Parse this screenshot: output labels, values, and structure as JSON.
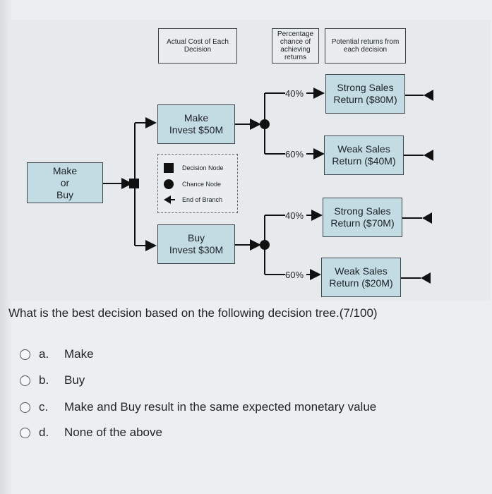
{
  "diagram": {
    "headers": {
      "cost": "Actual Cost of Each Decision",
      "chance": "Percentage chance of achieving returns",
      "returns": "Potential returns from each decision"
    },
    "root": [
      "Make",
      "or",
      "Buy"
    ],
    "make": [
      "Make",
      "Invest $50M"
    ],
    "buy": [
      "Buy",
      "Invest $30M"
    ],
    "outcomes": [
      {
        "lines": [
          "Strong Sales",
          "Return ($80M)"
        ],
        "pct": "40%"
      },
      {
        "lines": [
          "Weak Sales",
          "Return ($40M)"
        ],
        "pct": "60%"
      },
      {
        "lines": [
          "Strong Sales",
          "Return ($70M)"
        ],
        "pct": "40%"
      },
      {
        "lines": [
          "Weak Sales",
          "Return ($20M)"
        ],
        "pct": "60%"
      }
    ],
    "legend": {
      "decision": "Decision Node",
      "chance": "Chance Node",
      "end": "End of Branch"
    }
  },
  "question": "What is the best decision based on the following decision tree.(7/100)",
  "options": [
    {
      "letter": "a.",
      "text": "Make"
    },
    {
      "letter": "b.",
      "text": "Buy"
    },
    {
      "letter": "c.",
      "text": "Make and Buy result in the same expected monetary value"
    },
    {
      "letter": "d.",
      "text": "None of the above"
    }
  ],
  "colors": {
    "node_fill": "#c3dbe3",
    "line": "#111111",
    "panel": "#e6eaec"
  }
}
